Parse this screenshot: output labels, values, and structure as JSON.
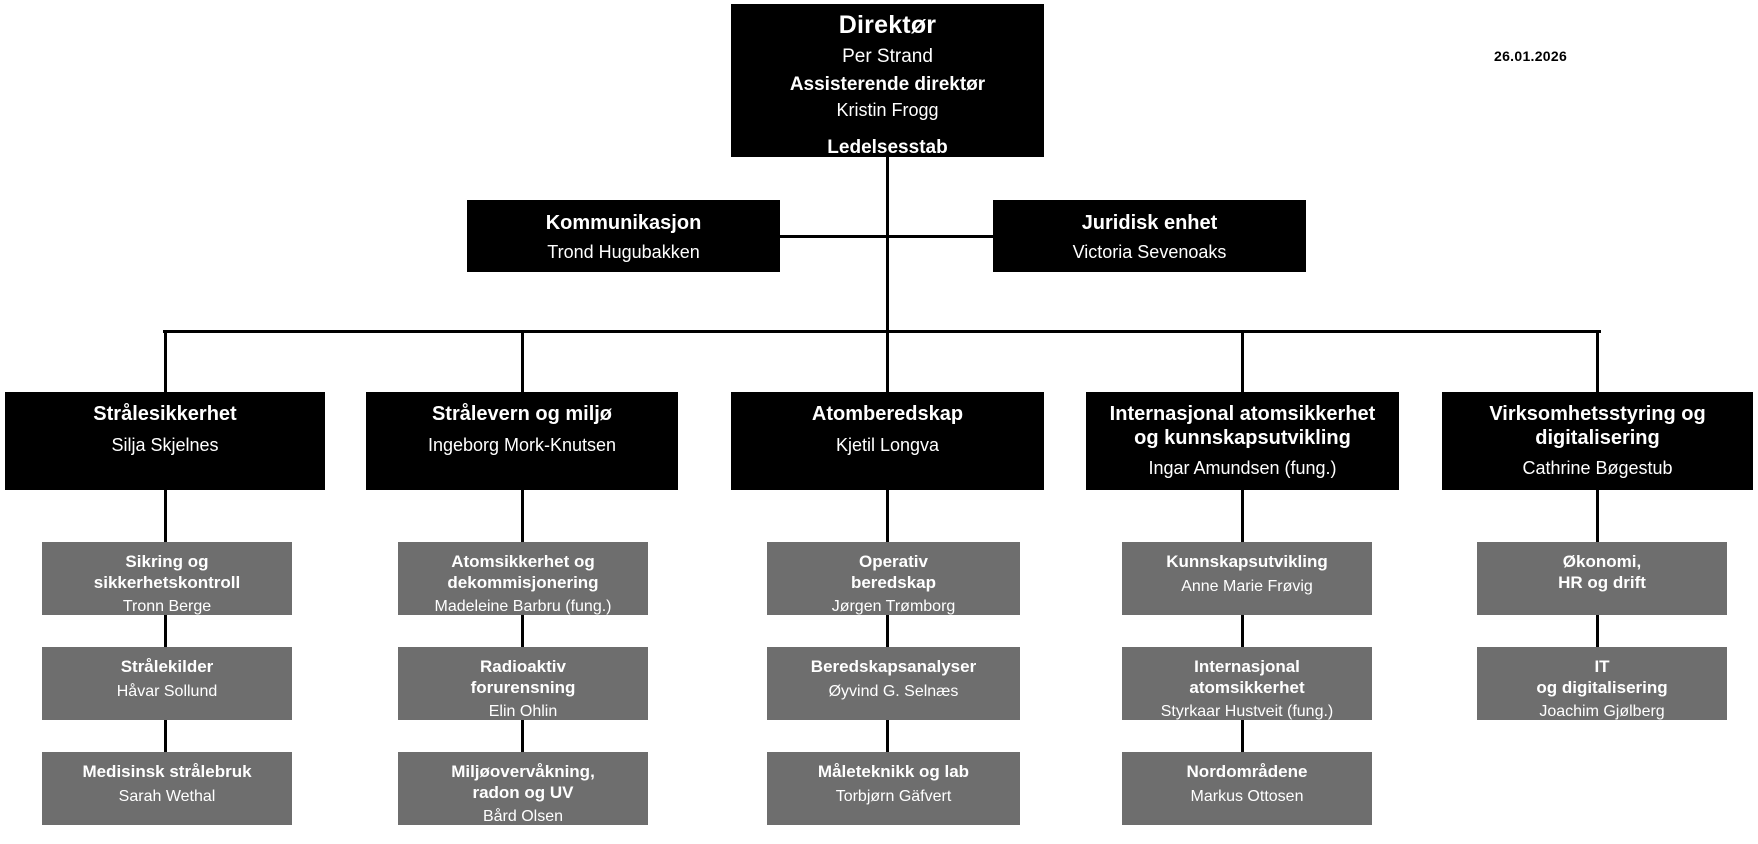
{
  "meta": {
    "date_stamp": "26.01.2026",
    "colors": {
      "executive_box": "#000000",
      "unit_box": "#6e6e6e",
      "connector": "#000000",
      "text": "#ffffff",
      "background": "#ffffff"
    }
  },
  "root": {
    "title": "Direktør",
    "person": "Per Strand",
    "subtitle": "Assisterende direktør",
    "subperson": "Kristin Frogg",
    "staff": "Ledelsesstab"
  },
  "staff_units": [
    {
      "title": "Kommunikasjon",
      "person": "Trond Hugubakken"
    },
    {
      "title": "Juridisk enhet",
      "person": "Victoria Sevenoaks"
    }
  ],
  "departments": [
    {
      "title": "Strålesikkerhet",
      "person": "Silja Skjelnes",
      "units": [
        {
          "title": "Sikring og\nsikkerhetskontroll",
          "person": "Tronn Berge"
        },
        {
          "title": "Strålekilder",
          "person": "Håvar Sollund"
        },
        {
          "title": "Medisinsk strålebruk",
          "person": "Sarah Wethal"
        }
      ]
    },
    {
      "title": "Strålevern og miljø",
      "person": "Ingeborg Mork-Knutsen",
      "units": [
        {
          "title": "Atomsikkerhet og\ndekommisjonering",
          "person": "Madeleine Barbru (fung.)"
        },
        {
          "title": "Radioaktiv\nforurensning",
          "person": "Elin Ohlin"
        },
        {
          "title": "Miljøovervåkning,\nradon og UV",
          "person": "Bård Olsen"
        }
      ]
    },
    {
      "title": "Atomberedskap",
      "person": "Kjetil Longva",
      "units": [
        {
          "title": "Operativ\nberedskap",
          "person": "Jørgen Trømborg"
        },
        {
          "title": "Beredskapsanalyser",
          "person": "Øyvind G. Selnæs"
        },
        {
          "title": "Måleteknikk og lab",
          "person": "Torbjørn Gäfvert"
        }
      ]
    },
    {
      "title": "Internasjonal atomsikkerhet\nog kunnskapsutvikling",
      "person": "Ingar Amundsen (fung.)",
      "units": [
        {
          "title": "Kunnskapsutvikling",
          "person": "Anne Marie Frøvig"
        },
        {
          "title": "Internasjonal\natomsikkerhet",
          "person": "Styrkaar Hustveit (fung.)"
        },
        {
          "title": "Nordområdene",
          "person": "Markus Ottosen"
        }
      ]
    },
    {
      "title": "Virksomhetsstyring og\ndigitalisering",
      "person": "Cathrine Bøgestub",
      "units": [
        {
          "title": "Økonomi,\nHR og drift",
          "person": ""
        },
        {
          "title": "IT\nog digitalisering",
          "person": "Joachim Gjølberg"
        }
      ]
    }
  ]
}
